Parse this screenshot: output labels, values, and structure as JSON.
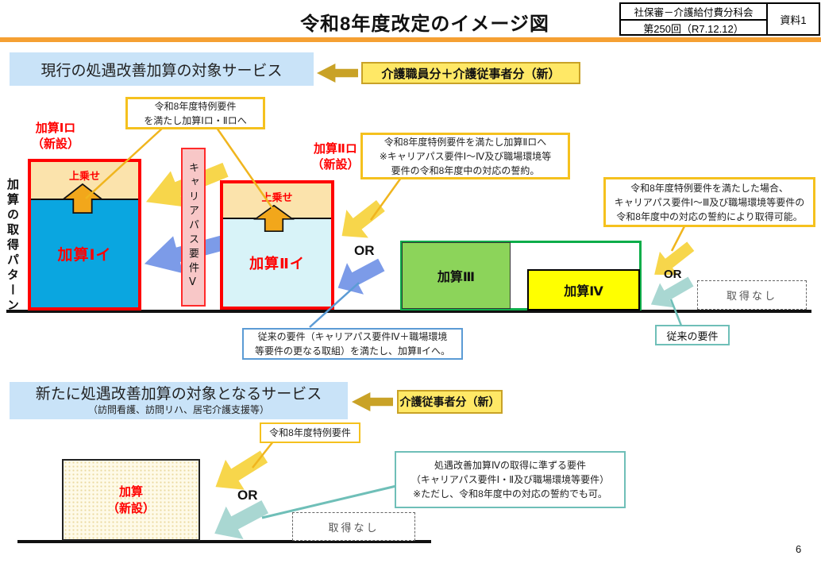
{
  "page": {
    "number": "6"
  },
  "header": {
    "title": "令和8年度改定のイメージ図",
    "committee": "社保審－介護給付費分科会",
    "session": "第250回（R7.12.12）",
    "doc_label": "資料1"
  },
  "current": {
    "heading": "現行の処遇改善加算の対象サービス",
    "badge": "介護職員分＋介護従事者分（新）",
    "axis_label": "加算の取得パターン",
    "box1_label": "加算Ⅰロ\n（新設）",
    "box1_topup": "上乗せ",
    "box1_name": "加算Ⅰイ",
    "career": "キャリアパス要件Ⅴ",
    "box2_label": "加算Ⅱロ\n（新設）",
    "box2_topup": "上乗せ",
    "box2_name": "加算Ⅱイ",
    "box3_name": "加算Ⅲ",
    "box4_name": "加算Ⅳ",
    "none_label": "取得なし",
    "or1": "OR",
    "or2": "OR",
    "callout_special_1_2": "令和8年度特例要件\nを満たし加算Ⅰロ・Ⅱロへ",
    "callout_special_2": "令和8年度特例要件を満たし加算Ⅱロへ\n※キャリアパス要件Ⅰ～Ⅳ及び職場環境等\n要件の令和8年度中の対応の誓約。",
    "callout_special_case": "令和8年度特例要件を満たした場合、\nキャリアパス要件Ⅰ～Ⅲ及び職場環境等要件の\n令和8年度中の対応の誓約により取得可能。",
    "callout_conventional_2a": "従来の要件（キャリアパス要件Ⅳ＋職場環境\n等要件の更なる取組）を満たし、加算Ⅱイへ。",
    "callout_conventional": "従来の要件"
  },
  "new_section": {
    "heading": "新たに処遇改善加算の対象となるサービス",
    "subheading": "（訪問看護、訪問リハ、居宅介護支援等）",
    "badge": "介護従事者分（新）",
    "box_label": "加算\n（新設）",
    "none_label": "取得なし",
    "or": "OR",
    "callout_special": "令和8年度特例要件",
    "callout_quasi": "処遇改善加算Ⅳの取得に準ずる要件\n（キャリアパス要件Ⅰ・Ⅱ及び職場環境等要件）\n※ただし、令和8年度中の対応の誓約でも可。"
  },
  "colors": {
    "accent_red": "#FF0000",
    "rule_orange": "#F5A033",
    "heading_bg": "#C9E3F8",
    "badge_bg": "#FFE866",
    "badge_border": "#C9A227",
    "gold_arrow": "#C9A227",
    "callout_yellow": "#F5C11E",
    "callout_blue": "#5B9BD5",
    "callout_teal": "#6FBFB8",
    "box1_fill": "#0AA6E0",
    "box2_fill": "#D8F3F8",
    "topup_fill": "#FBE3AC",
    "topup_arrow": "#F2A71B",
    "career_fill": "#F8C7C7",
    "green_border": "#0CAD4A",
    "green_fill": "#8CD45A",
    "yellow_fill": "#FFFF00",
    "pattern_dot": "#EBD9A0",
    "arrow_yellow": "#F7D64B",
    "arrow_blue": "#7C9BE8",
    "arrow_teal": "#A9D7D2",
    "connector_yellow": "#F0B51E"
  }
}
